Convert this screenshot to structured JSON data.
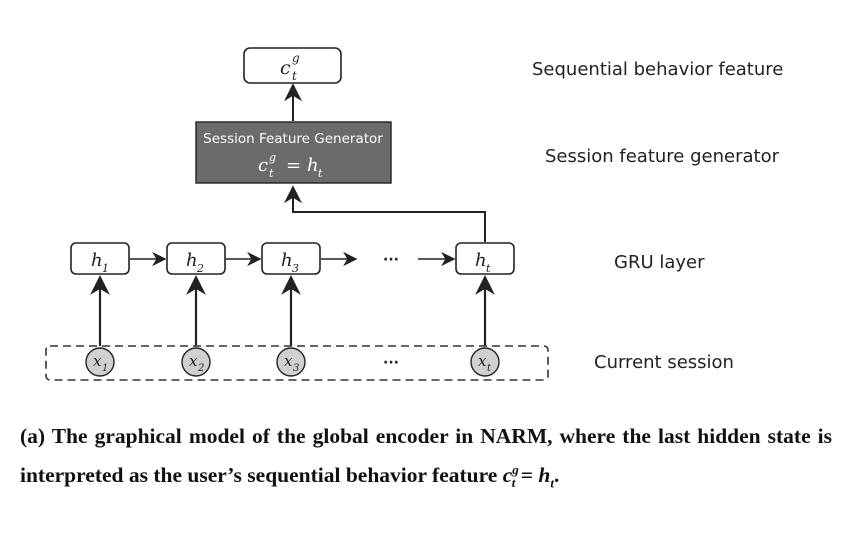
{
  "labels": {
    "sequential_behavior_feature": "Sequential behavior feature",
    "session_feature_generator": "Session feature generator",
    "gru_layer": "GRU layer",
    "current_session": "Current session"
  },
  "generator_box": {
    "title": "Session Feature Generator"
  },
  "symbols": {
    "c": "c",
    "c_sup": "g",
    "h": "h",
    "x": "x",
    "t": "t",
    "eq": "=",
    "ellipsis": "···"
  },
  "hidden_nodes": [
    {
      "base": "h",
      "sub": "1"
    },
    {
      "base": "h",
      "sub": "2"
    },
    {
      "base": "h",
      "sub": "3"
    },
    {
      "base": "h",
      "sub": "t"
    }
  ],
  "input_nodes": [
    {
      "base": "x",
      "sub": "1"
    },
    {
      "base": "x",
      "sub": "2"
    },
    {
      "base": "x",
      "sub": "3"
    },
    {
      "base": "x",
      "sub": "t"
    }
  ],
  "caption": {
    "prefix": "(a) The graphical model of the global encoder in NARM, where the last hidden state is interpreted as the user’s sequential behavior feature ",
    "c": "c",
    "sup": "g",
    "sub": "t",
    "eq": " = ",
    "h": "h",
    "hsub": "t",
    "end": "."
  },
  "colors": {
    "generator_fill": "#6b6b6b",
    "node_fill": "#d0d0d0",
    "stroke": "#222222"
  }
}
